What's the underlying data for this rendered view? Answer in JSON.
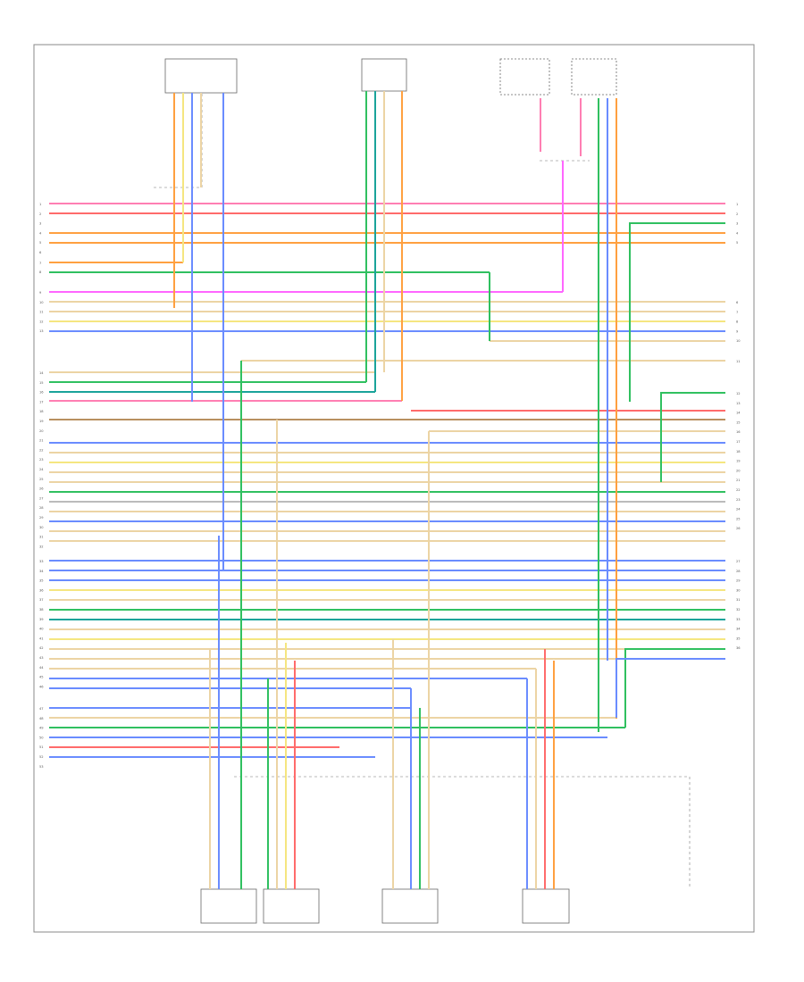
{
  "page_id": "",
  "wire_colors": {
    "PK": "#ff7fb3",
    "RD": "#ff6b6b",
    "OR": "#ffa040",
    "BL": "#6a8cff",
    "GN": "#30c060",
    "YL": "#f5e680",
    "TN": "#ecd4a4",
    "VI": "#ff66ff",
    "DG": "#1aa39a",
    "BR": "#b89060",
    "GY": "#bbbbbb",
    "BK": "#555555"
  },
  "connector_pins": {
    "left_group_1": [
      "1",
      "2",
      "3",
      "4",
      "5",
      "6"
    ],
    "left_group_2": [
      "7",
      "8"
    ],
    "left_group_3": [
      "9",
      "10",
      "11",
      "12",
      "13"
    ],
    "left_group_4": [
      "14",
      "15",
      "16",
      "17",
      "18",
      "19",
      "20",
      "21",
      "22",
      "23",
      "24",
      "25",
      "26",
      "27",
      "28",
      "29",
      "30",
      "31",
      "32"
    ],
    "left_group_5": [
      "33",
      "34",
      "35",
      "36",
      "37",
      "38",
      "39",
      "40",
      "41",
      "42",
      "43",
      "44",
      "45",
      "46"
    ],
    "left_group_6": [
      "47",
      "48",
      "49",
      "50",
      "51",
      "52",
      "53"
    ],
    "right_group_1": [
      "1",
      "2",
      "3",
      "4",
      "5"
    ],
    "right_group_2": [
      "6",
      "7",
      "8",
      "9",
      "10"
    ],
    "right_group_3": [
      "11"
    ],
    "right_group_4": [
      "12",
      "13",
      "14",
      "15",
      "16",
      "17",
      "18",
      "19",
      "20",
      "21",
      "22",
      "23",
      "24",
      "25",
      "26"
    ],
    "right_group_5": [
      "27",
      "28",
      "29",
      "30",
      "31",
      "32",
      "33",
      "34",
      "35",
      "36"
    ]
  }
}
